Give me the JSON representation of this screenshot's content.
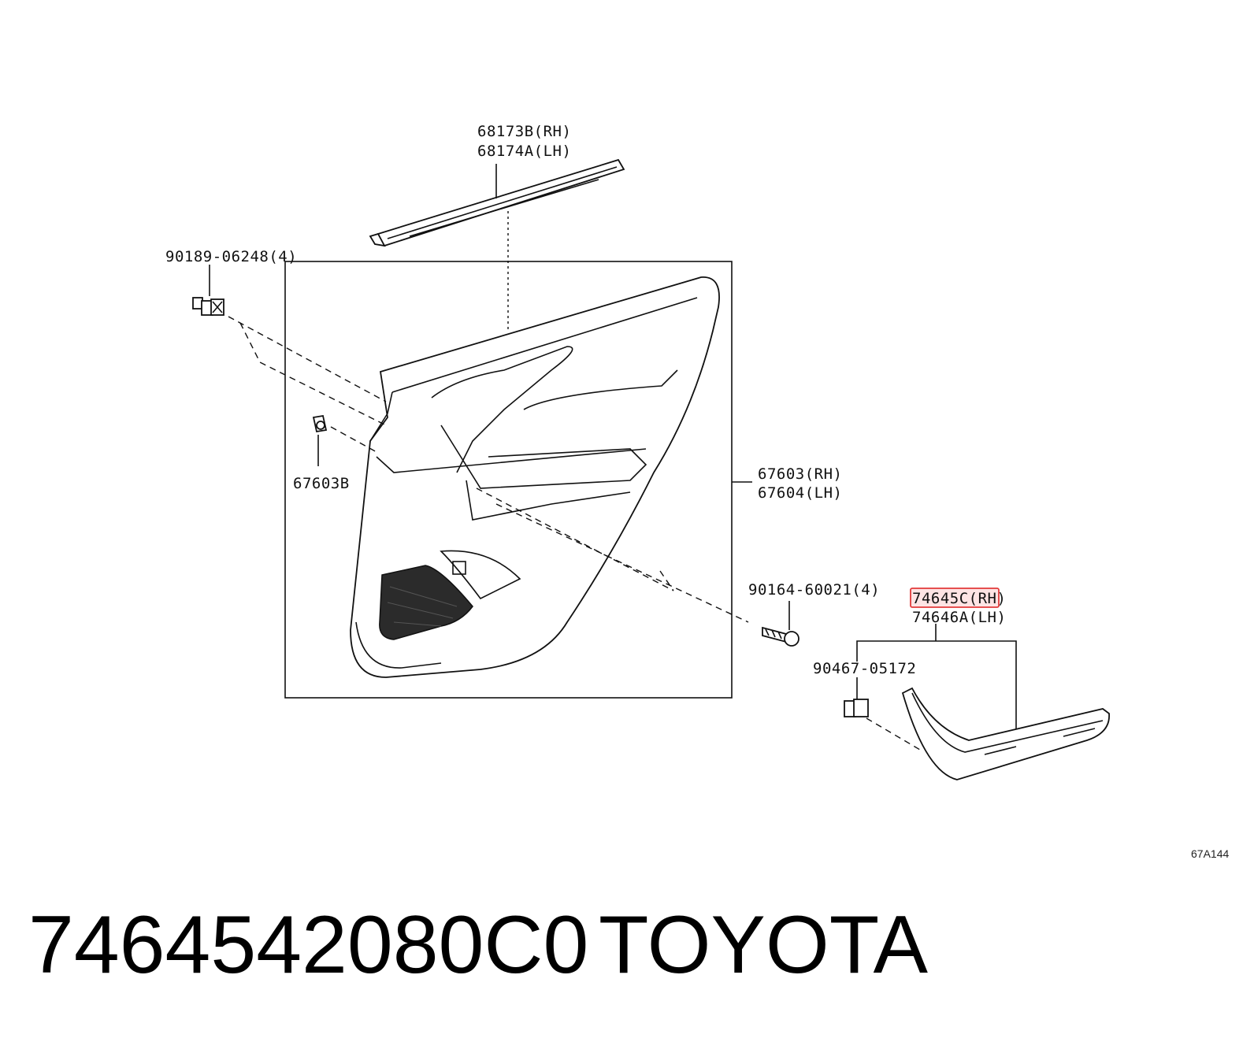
{
  "callouts": {
    "beltline_rh": "68173B(RH)",
    "beltline_lh": "68174A(LH)",
    "clip_top": "90189-06248(4)",
    "clip_mid": "67603B",
    "board_rh": "67603(RH)",
    "board_lh": "67604(LH)",
    "screw": "90164-60021(4)",
    "garnish_rh": "74645C(RH)",
    "garnish_lh": "74646A(LH)",
    "clip_garnish": "90467-05172"
  },
  "figure_code": "67A144",
  "part_number": "7464542080C0",
  "brand": "TOYOTA",
  "highlight_color": "#e23a3a"
}
